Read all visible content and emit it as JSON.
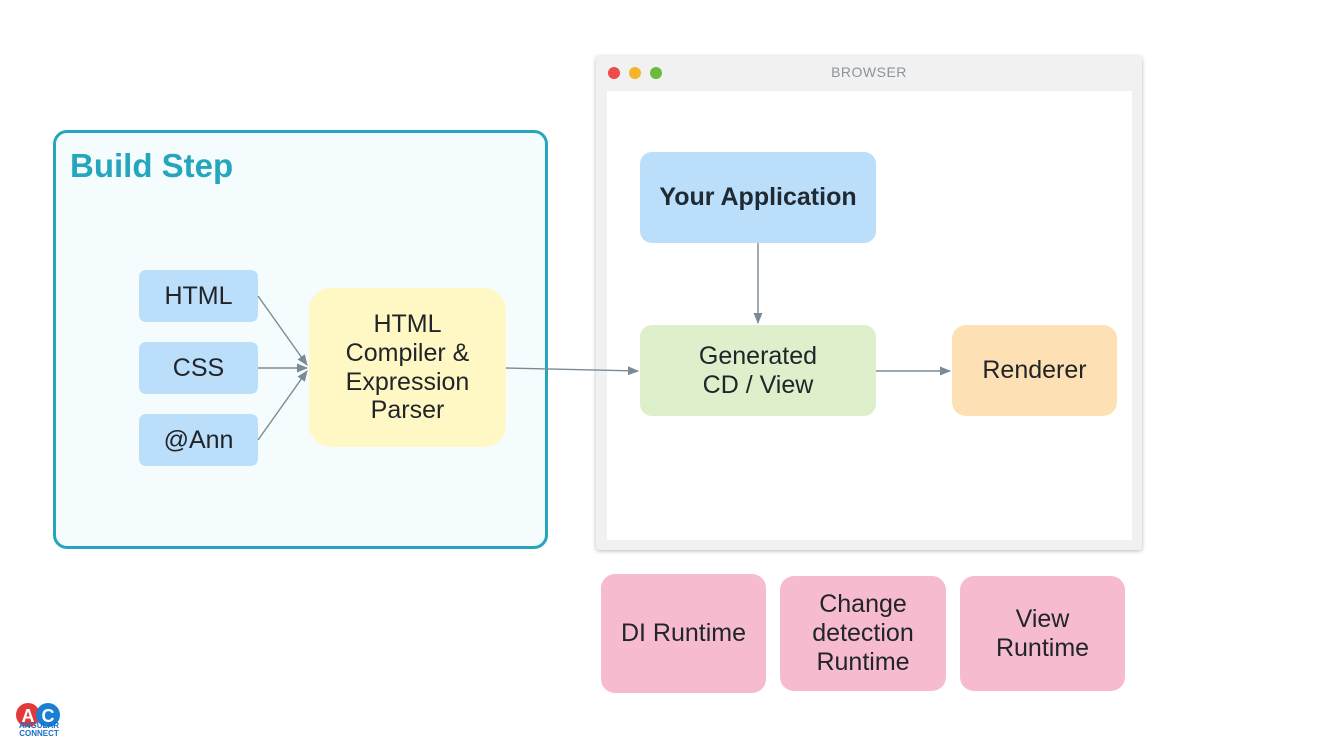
{
  "build_step": {
    "title": "Build Step",
    "inputs": [
      "HTML",
      "CSS",
      "@Ann"
    ],
    "compiler_lines": [
      "HTML",
      "Compiler &",
      "Expression",
      "Parser"
    ]
  },
  "browser": {
    "title": "BROWSER",
    "app_label": "Your Application",
    "generated_lines": [
      "Generated",
      "CD / View"
    ],
    "renderer_label": "Renderer"
  },
  "runtimes": {
    "di": [
      "DI Runtime"
    ],
    "change_detection": [
      "Change",
      "detection",
      "Runtime"
    ],
    "view": [
      "View",
      "Runtime"
    ]
  },
  "logo": {
    "letters": [
      "A",
      "C"
    ],
    "text_lines": [
      "ANGULAR",
      "CONNECT"
    ]
  },
  "colors": {
    "build_accent": "#26a6bc",
    "input_box": "#bbdefa",
    "compiler_box": "#fff8c5",
    "generated_box": "#ddefcb",
    "renderer_box": "#fde0b3",
    "runtime_box": "#f7bbd0",
    "arrow": "#7c8a96",
    "dot_red": "#f04b4b",
    "dot_yellow": "#f5b52a",
    "dot_green": "#6cbb3c"
  }
}
